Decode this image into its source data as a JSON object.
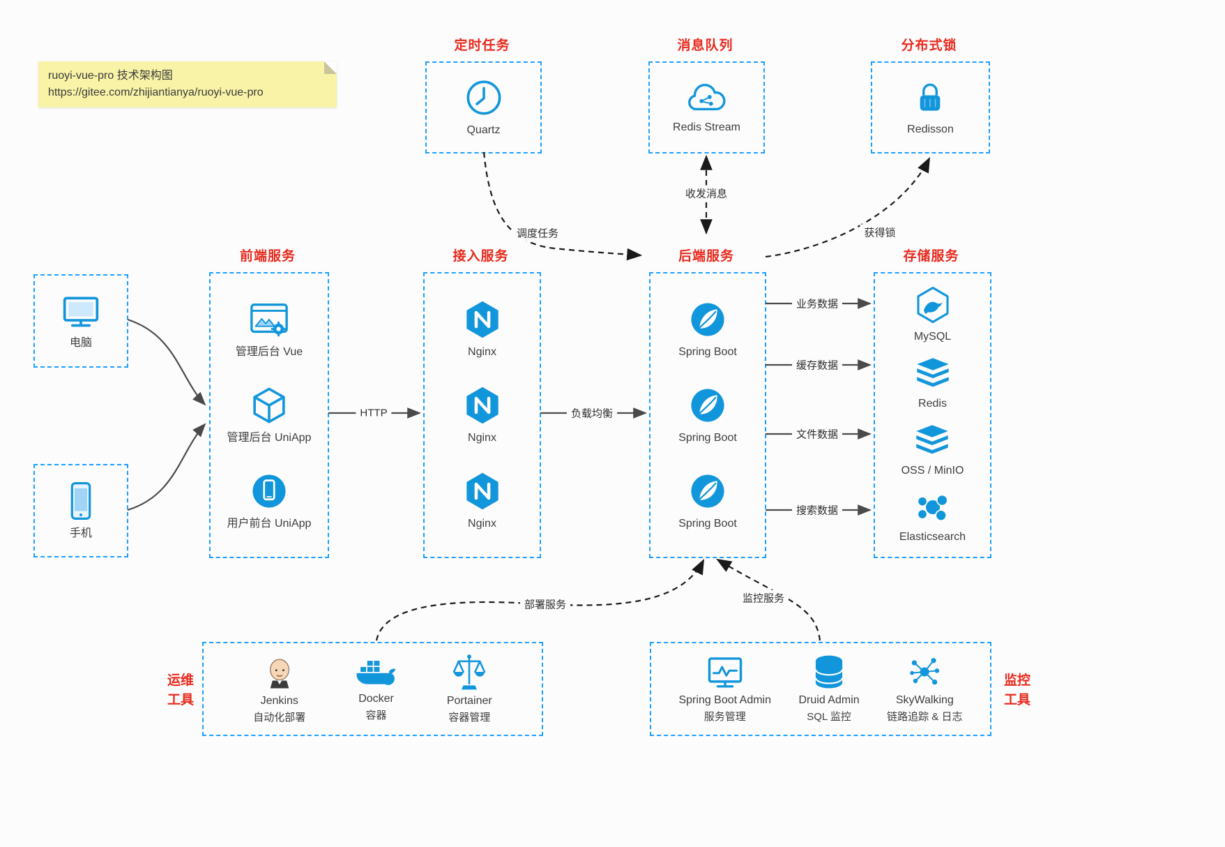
{
  "note": {
    "line1": "ruoyi-vue-pro 技术架构图",
    "line2": "https://gitee.com/zhijiantianya/ruoyi-vue-pro"
  },
  "colors": {
    "icon_blue": "#1296db",
    "border_blue": "#1e9fff",
    "title_red": "#e8291d"
  },
  "top_boxes": [
    {
      "title": "定时任务",
      "item": {
        "icon": "clock-icon",
        "label": "Quartz"
      }
    },
    {
      "title": "消息队列",
      "item": {
        "icon": "cloud-stream-icon",
        "label": "Redis Stream"
      }
    },
    {
      "title": "分布式锁",
      "item": {
        "icon": "lock-icon",
        "label": "Redisson"
      }
    }
  ],
  "clients": [
    {
      "icon": "desktop-icon",
      "label": "电脑"
    },
    {
      "icon": "phone-icon",
      "label": "手机"
    }
  ],
  "columns": [
    {
      "title": "前端服务",
      "items": [
        {
          "icon": "vue-admin-icon",
          "label": "管理后台 Vue"
        },
        {
          "icon": "uniapp-cube-icon",
          "label": "管理后台 UniApp"
        },
        {
          "icon": "uniapp-user-icon",
          "label": "用户前台 UniApp"
        }
      ]
    },
    {
      "title": "接入服务",
      "items": [
        {
          "icon": "nginx-icon",
          "label": "Nginx"
        },
        {
          "icon": "nginx-icon",
          "label": "Nginx"
        },
        {
          "icon": "nginx-icon",
          "label": "Nginx"
        }
      ]
    },
    {
      "title": "后端服务",
      "items": [
        {
          "icon": "spring-icon",
          "label": "Spring Boot"
        },
        {
          "icon": "spring-icon",
          "label": "Spring Boot"
        },
        {
          "icon": "spring-icon",
          "label": "Spring Boot"
        }
      ]
    },
    {
      "title": "存储服务",
      "items": [
        {
          "icon": "mysql-icon",
          "label": "MySQL"
        },
        {
          "icon": "redis-stack-icon",
          "label": "Redis"
        },
        {
          "icon": "oss-stack-icon",
          "label": "OSS / MinIO"
        },
        {
          "icon": "elasticsearch-icon",
          "label": "Elasticsearch"
        }
      ]
    }
  ],
  "bottom_boxes": [
    {
      "side_label_line1": "运维",
      "side_label_line2": "工具",
      "items": [
        {
          "icon": "jenkins-icon",
          "label": "Jenkins",
          "sublabel": "自动化部署"
        },
        {
          "icon": "docker-icon",
          "label": "Docker",
          "sublabel": "容器"
        },
        {
          "icon": "portainer-icon",
          "label": "Portainer",
          "sublabel": "容器管理"
        }
      ]
    },
    {
      "side_label_line1": "监控",
      "side_label_line2": "工具",
      "items": [
        {
          "icon": "sba-icon",
          "label": "Spring Boot Admin",
          "sublabel": "服务管理"
        },
        {
          "icon": "druid-icon",
          "label": "Druid Admin",
          "sublabel": "SQL 监控"
        },
        {
          "icon": "skywalking-icon",
          "label": "SkyWalking",
          "sublabel": "链路追踪 & 日志"
        }
      ]
    }
  ],
  "edge_labels": {
    "http": "HTTP",
    "load_balance": "负载均衡",
    "schedule_task": "调度任务",
    "send_receive_message": "收发消息",
    "acquire_lock": "获得锁",
    "business_data": "业务数据",
    "cache_data": "缓存数据",
    "file_data": "文件数据",
    "search_data": "搜索数据",
    "deploy_service": "部署服务",
    "monitor_service": "监控服务"
  }
}
